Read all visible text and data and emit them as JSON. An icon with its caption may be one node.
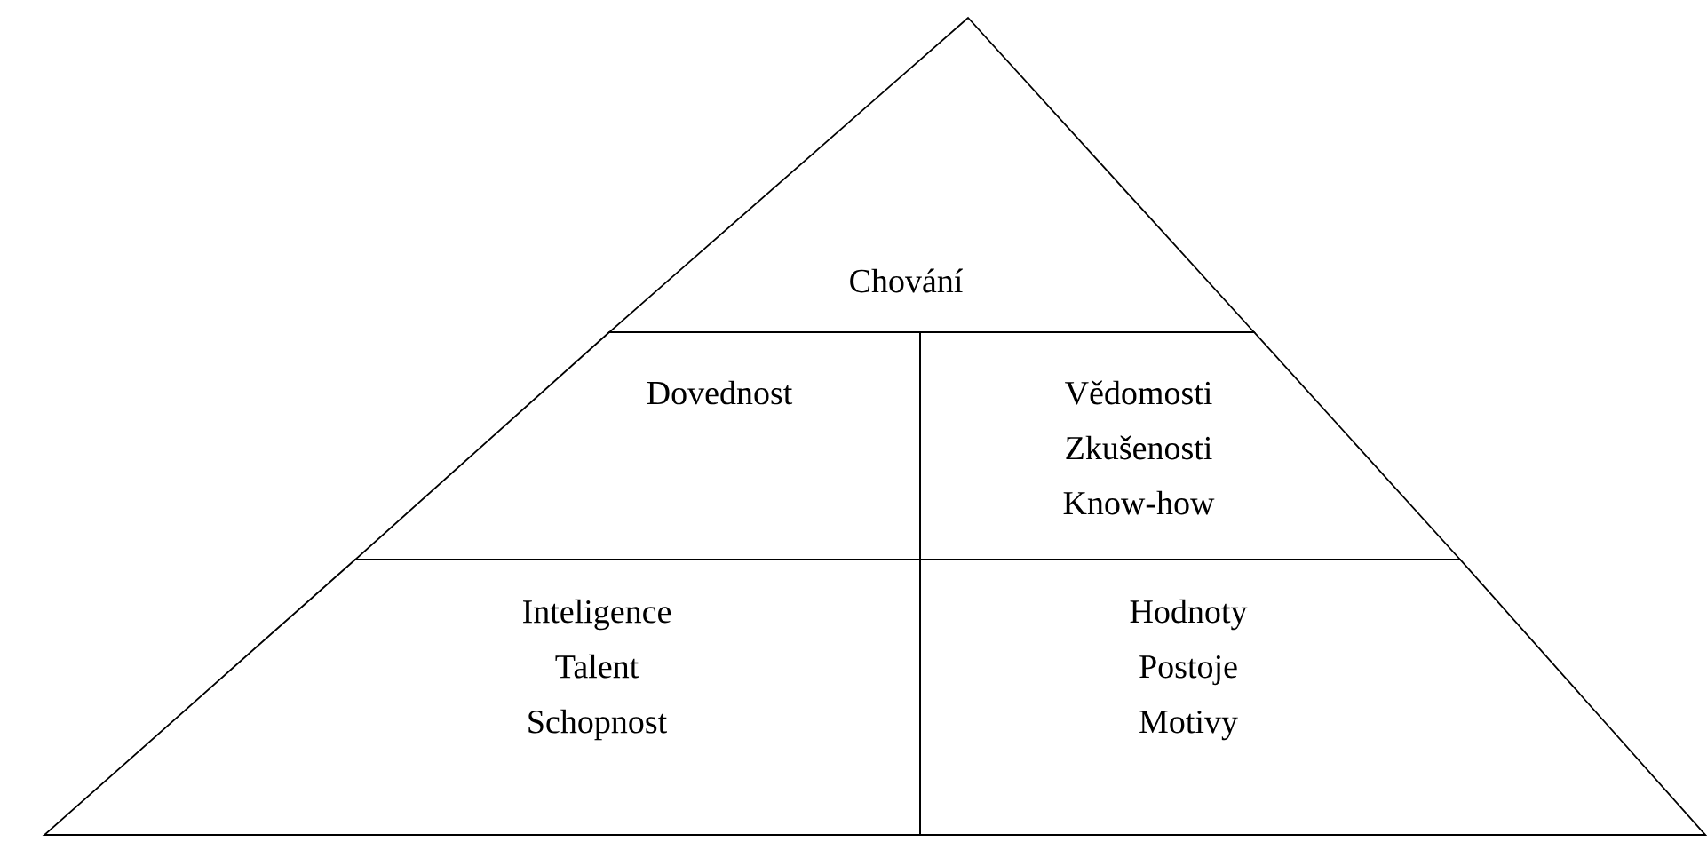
{
  "diagram": {
    "nodes": [
      {
        "text": [
          "Chování"
        ]
      },
      {
        "text": [
          "Dovednost"
        ]
      },
      {
        "text": [
          "Vědomosti",
          "Zkušenosti",
          "Know-how"
        ]
      },
      {
        "text": [
          "Inteligence",
          "Talent",
          "Schopnost"
        ]
      },
      {
        "text": [
          "Hodnoty",
          "Postoje",
          "Motivy"
        ]
      }
    ]
  }
}
